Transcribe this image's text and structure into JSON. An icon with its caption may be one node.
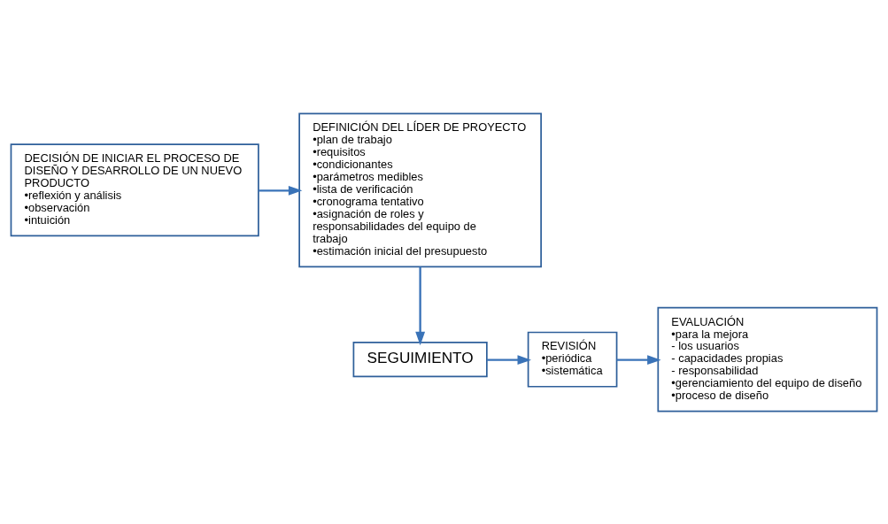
{
  "diagram": {
    "nodes": [
      {
        "text": [
          "DECISIÓN DE INICIAR EL PROCESO DE DISEÑO Y DESARROLLO DE UN NUEVO PRODUCTO",
          "•reflexión y análisis",
          "•observación",
          "•intuición"
        ]
      },
      {
        "text": [
          "DEFINICIÓN DEL LÍDER DE PROYECTO",
          "•plan de trabajo",
          "•requisitos",
          "•condicionantes",
          "•parámetros medibles",
          "•lista de verificación",
          "•cronograma tentativo",
          "•asignación de roles y responsabilidades del equipo de trabajo",
          "•estimación inicial del presupuesto"
        ]
      },
      {
        "text": [
          "SEGUIMIENTO"
        ]
      },
      {
        "text": [
          "REVISIÓN",
          "•periódica",
          "•sistemática"
        ]
      },
      {
        "text": [
          "EVALUACIÓN",
          "•para la mejora",
          "- los usuarios",
          "- capacidades propias",
          "- responsabilidad",
          "•gerenciamiento del equipo de diseño",
          "•proceso de diseño"
        ]
      }
    ],
    "edges": [
      {
        "from": 0,
        "to": 1,
        "arrow": "to"
      },
      {
        "from": 1,
        "to": 2,
        "arrow": "to"
      },
      {
        "from": 2,
        "to": 3,
        "arrow": "to"
      },
      {
        "from": 3,
        "to": 4,
        "arrow": "to"
      }
    ]
  }
}
